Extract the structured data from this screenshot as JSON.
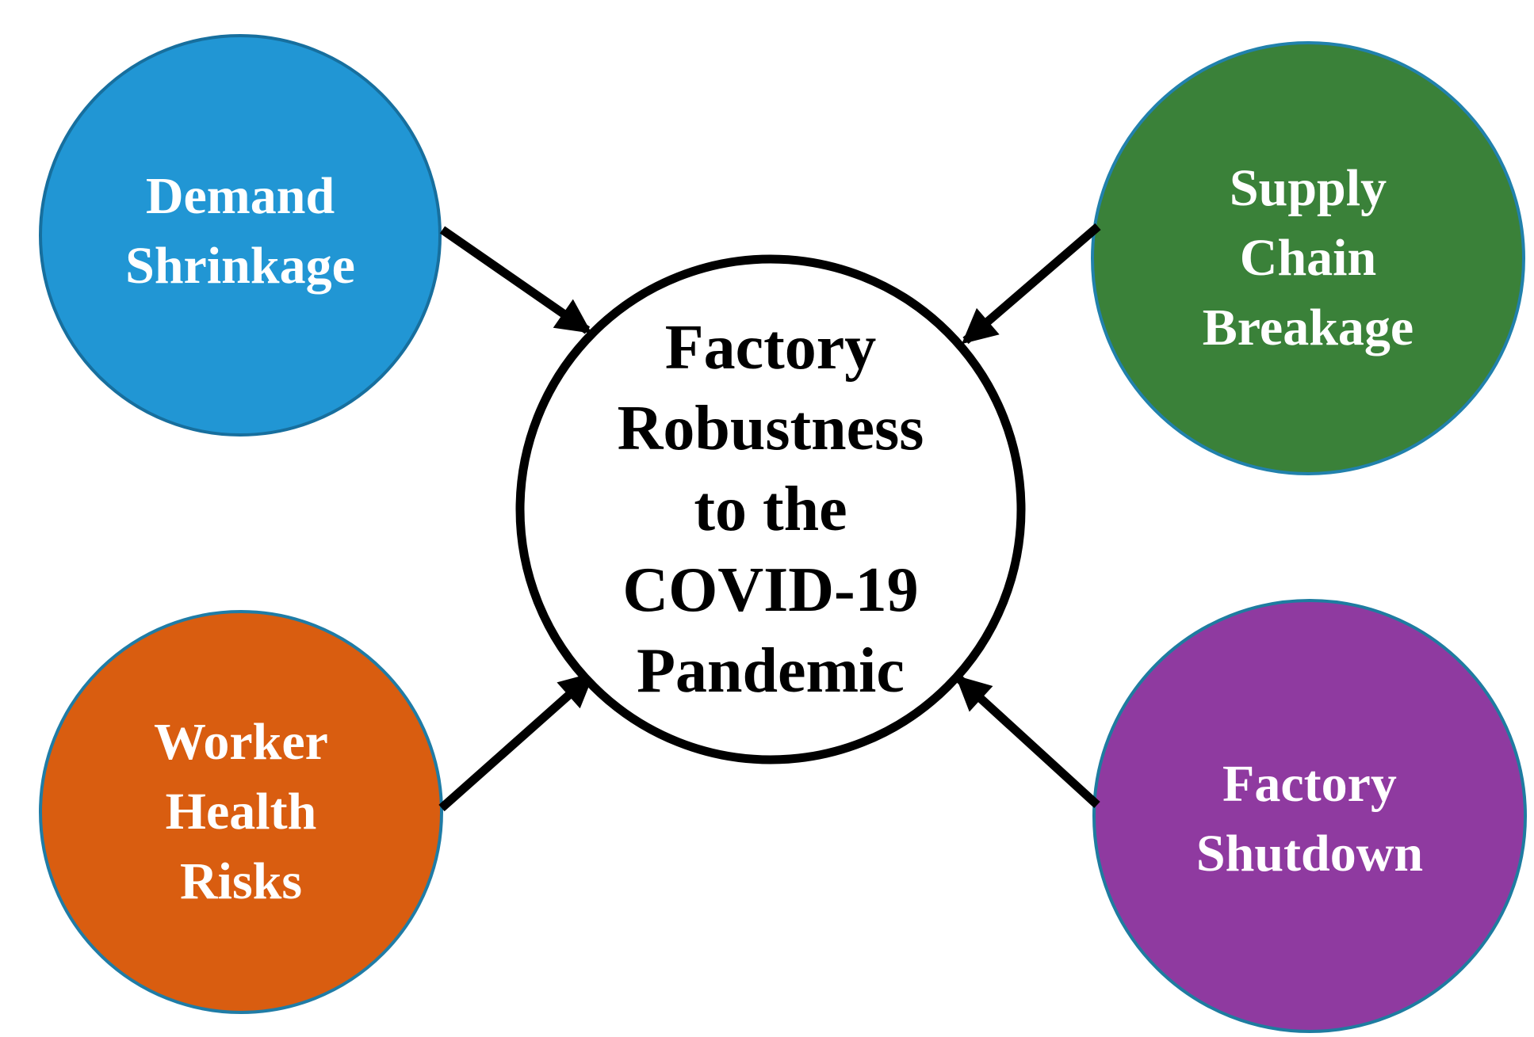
{
  "diagram_title": "Factory Robustness to the COVID-19 Pandemic factor diagram",
  "center_node": {
    "lines": [
      "Factory",
      "Robustness",
      "to the",
      "COVID-19",
      "Pandemic"
    ],
    "fill": "#FFFFFF",
    "border": "#000000",
    "text_color": "#000000"
  },
  "nodes": [
    {
      "id": "demand-shrinkage",
      "lines": [
        "Demand",
        "Shrinkage"
      ],
      "fill": "#2196D4",
      "border": "#176F9E",
      "text_color": "#FFFFFF"
    },
    {
      "id": "supply-chain-breakage",
      "lines": [
        "Supply",
        "Chain",
        "Breakage"
      ],
      "fill": "#3A8139",
      "border": "#2181AC",
      "text_color": "#FFFFFF"
    },
    {
      "id": "worker-health-risks",
      "lines": [
        "Worker",
        "Health",
        "Risks"
      ],
      "fill": "#D95D10",
      "border": "#1F7CA6",
      "text_color": "#FFFFFF"
    },
    {
      "id": "factory-shutdown",
      "lines": [
        "Factory",
        "Shutdown"
      ],
      "fill": "#8F3AA0",
      "border": "#1E7CA0",
      "text_color": "#FFFFFF"
    }
  ],
  "arrows": {
    "color": "#000000"
  }
}
